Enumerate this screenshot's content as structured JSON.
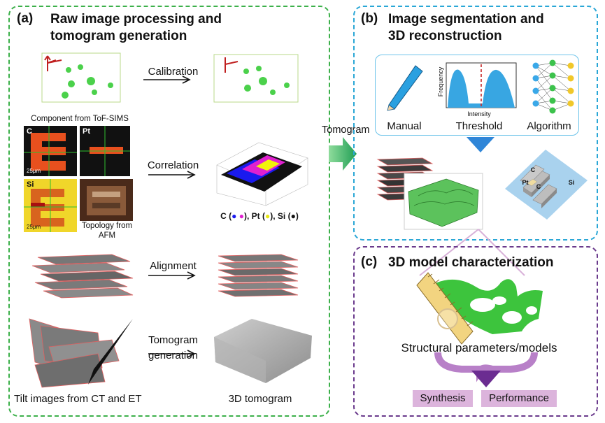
{
  "panel_a": {
    "tag": "(a)",
    "title_line1": "Raw image processing and",
    "title_line2": "tomogram generation",
    "calibration": "Calibration",
    "component_caption": "Component from ToF-SIMS",
    "map_c": "C",
    "map_pt": "Pt",
    "map_si": "Si",
    "scale_25": "25μm",
    "correlation": "Correlation",
    "topology_line1": "Topology from",
    "topology_line2": "AFM",
    "legend": "C (●  ●), Pt (●), Si (●)",
    "legend_c": "C (",
    "legend_pt": "), Pt (",
    "legend_si": "), Si (",
    "legend_end": ")",
    "alignment": "Alignment",
    "tomogram_line1": "Tomogram",
    "tomogram_line2": "generation",
    "tilt_caption": "Tilt images from CT and ET",
    "tomogram_caption": "3D tomogram"
  },
  "arrow_label": "Tomogram",
  "panel_b": {
    "tag": "(b)",
    "title_line1": "Image segmentation and",
    "title_line2": "3D reconstruction",
    "manual": "Manual",
    "threshold": "Threshold",
    "algorithm": "Algorithm",
    "frequency": "Frequency",
    "intensity": "Intensity",
    "label_c1": "C",
    "label_c2": "C",
    "label_pt": "Pt",
    "label_si": "Si"
  },
  "panel_c": {
    "tag": "(c)",
    "title": "3D model characterization",
    "structural": "Structural parameters/models",
    "synthesis": "Synthesis",
    "performance": "Performance"
  },
  "colors": {
    "panel_a_border": "#3cb04a",
    "panel_b_border": "#2aa7d6",
    "panel_c_border": "#6a3a8c",
    "purple": "#6b2c91",
    "purple_box": "#dcb4dc",
    "green_sphere": "#4bd14b",
    "blue_arrow": "#2f86d8"
  }
}
